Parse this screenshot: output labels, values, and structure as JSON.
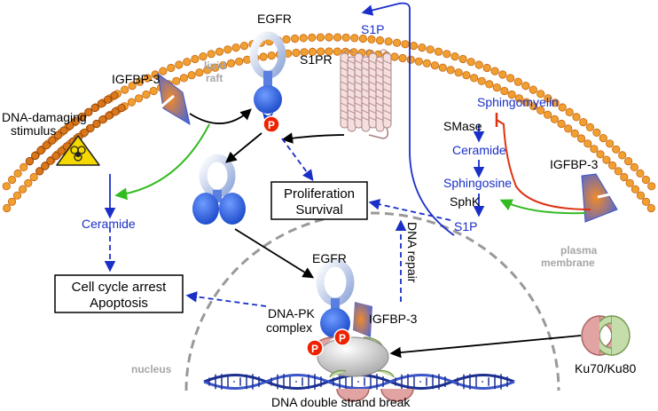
{
  "labels": {
    "egfr_top": "EGFR",
    "s1pr": "S1PR",
    "s1p_top": "S1P",
    "igfbp3_left": "IGFBP-3",
    "lipid_raft_1": "lipid",
    "lipid_raft_2": "raft",
    "dna_damaging_1": "DNA-damaging",
    "dna_damaging_2": "stimulus",
    "sphingomyelin": "Sphingomyelin",
    "smase": "SMase",
    "ceramide_right": "Ceramide",
    "sphingosine": "Sphingosine",
    "sphk": "SphK",
    "s1p_bottom": "S1P",
    "igfbp3_right": "IGFBP-3",
    "ceramide_left": "Ceramide",
    "prolif_1": "Proliferation",
    "prolif_2": "Survival",
    "cellcycle_1": "Cell cycle arrest",
    "cellcycle_2": "Apoptosis",
    "dna_repair": "DNA repair",
    "egfr_nuclear": "EGFR",
    "dnapk_1": "DNA-PK",
    "dnapk_2": "complex",
    "igfbp3_nuclear": "IGFBP-3",
    "plasma_1": "plasma",
    "plasma_2": "membrane",
    "nucleus": "nucleus",
    "ku": "Ku70/Ku80",
    "dsb": "DNA double strand break",
    "p": "P"
  },
  "colors": {
    "membrane": "#f0a030",
    "membrane_dark": "#c86410",
    "blue_text": "#1a2fc8",
    "blue_arrow": "#1a2fc8",
    "green_arrow": "#33bb22",
    "red_line": "#dd3311",
    "egfr_blue": "#1a55e0",
    "phospho_red": "#ee2200",
    "s1pr_fill": "#f5dede",
    "s1pr_stroke": "#a88080",
    "nucleus_grey": "#999999",
    "hazard_yellow": "#f5d800",
    "ku_red": "#e2a3a3",
    "ku_green": "#c5ddaa"
  },
  "icons": {
    "biohazard": "biohazard-icon",
    "phospho": "phosphate-icon"
  }
}
